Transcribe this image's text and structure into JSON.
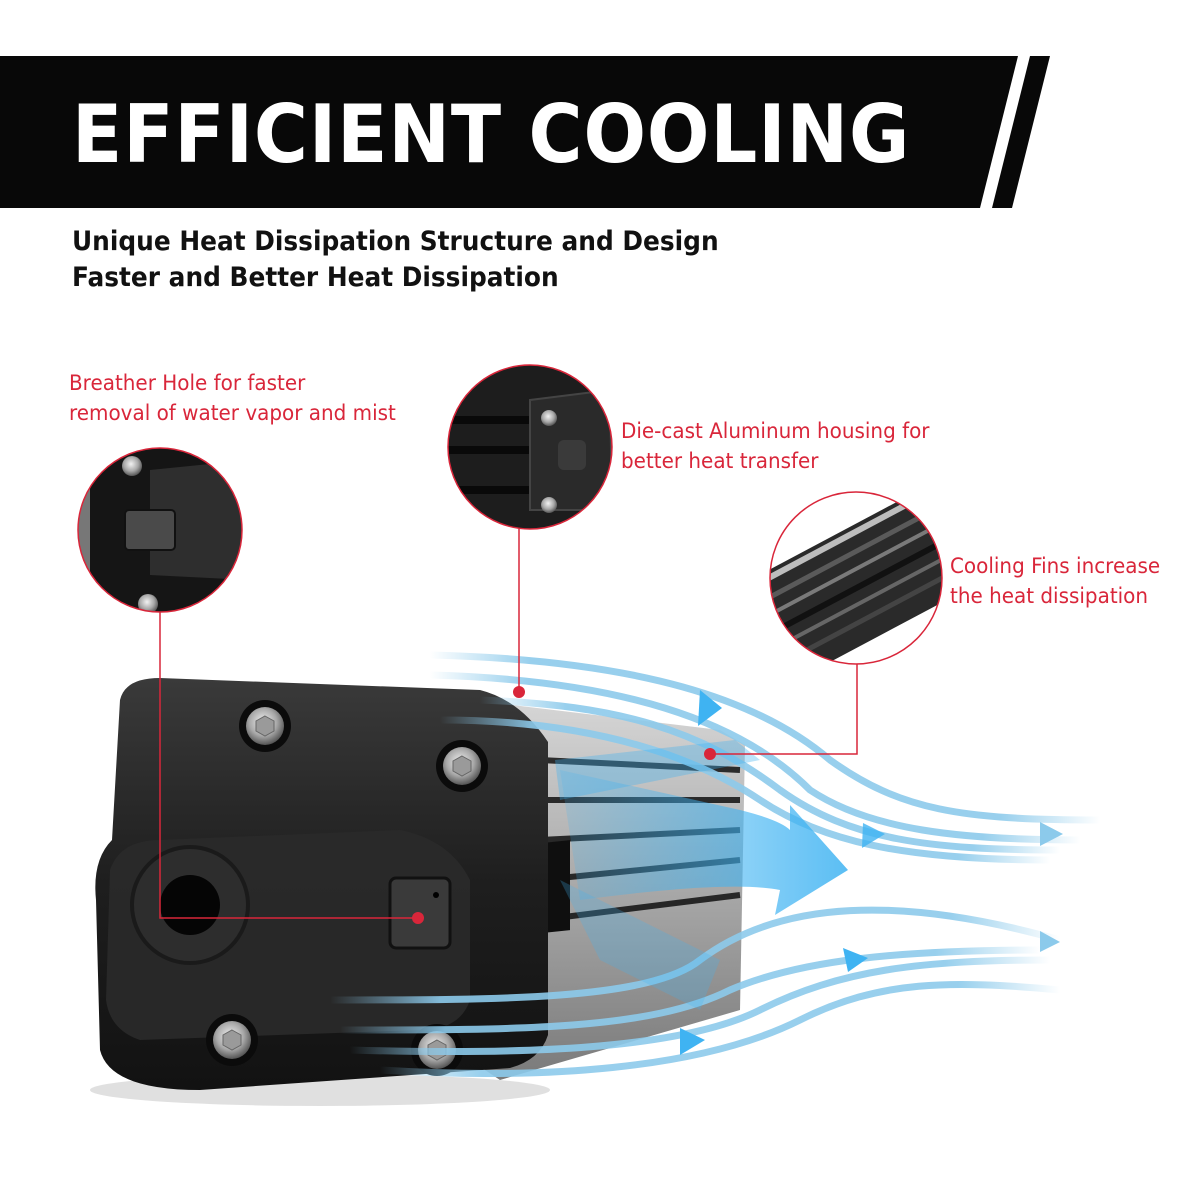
{
  "banner": {
    "title": "EFFICIENT COOLING",
    "background": "#080808",
    "text_color": "#ffffff"
  },
  "subtitle": {
    "line1": "Unique Heat Dissipation Structure and Design",
    "line2": "Faster and Better Heat Dissipation"
  },
  "callouts": [
    {
      "id": "breather-hole",
      "line1": "Breather Hole for faster",
      "line2": "removal of water vapor and mist"
    },
    {
      "id": "housing",
      "line1": "Die-cast Aluminum housing for",
      "line2": "better heat transfer"
    },
    {
      "id": "cooling-fins",
      "line1": "Cooling Fins increase",
      "line2": "the heat dissipation"
    }
  ],
  "colors": {
    "accent_red": "#d9263a",
    "airflow_blue": "#3fb3f2",
    "airflow_light": "#8ccaeb",
    "housing_dark": "#1c1c1c"
  }
}
